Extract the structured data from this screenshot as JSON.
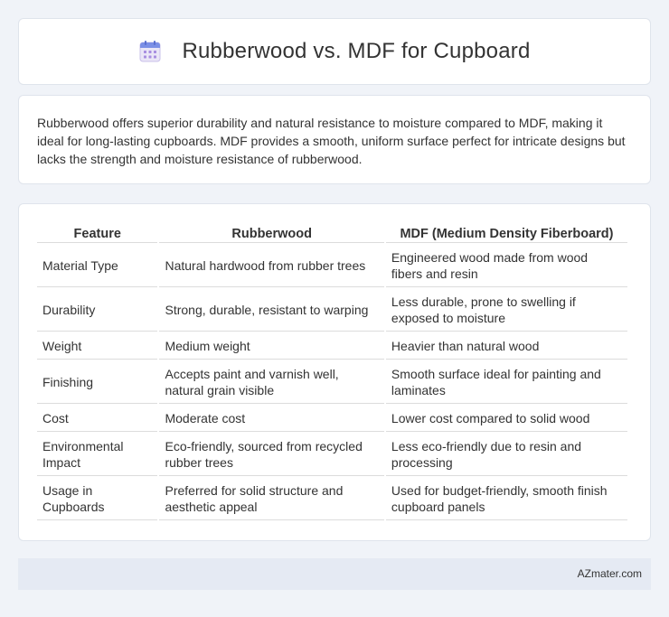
{
  "header": {
    "title": "Rubberwood vs. MDF for Cupboard",
    "icon": "calendar-icon"
  },
  "intro": {
    "text": "Rubberwood offers superior durability and natural resistance to moisture compared to MDF, making it ideal for long-lasting cupboards. MDF provides a smooth, uniform surface perfect for intricate designs but lacks the strength and moisture resistance of rubberwood."
  },
  "table": {
    "headers": [
      "Feature",
      "Rubberwood",
      "MDF (Medium Density Fiberboard)"
    ],
    "rows": [
      [
        "Material Type",
        "Natural hardwood from rubber trees",
        "Engineered wood made from wood fibers and resin"
      ],
      [
        "Durability",
        "Strong, durable, resistant to warping",
        "Less durable, prone to swelling if exposed to moisture"
      ],
      [
        "Weight",
        "Medium weight",
        "Heavier than natural wood"
      ],
      [
        "Finishing",
        "Accepts paint and varnish well, natural grain visible",
        "Smooth surface ideal for painting and laminates"
      ],
      [
        "Cost",
        "Moderate cost",
        "Lower cost compared to solid wood"
      ],
      [
        "Environmental Impact",
        "Eco-friendly, sourced from recycled rubber trees",
        "Less eco-friendly due to resin and processing"
      ],
      [
        "Usage in Cupboards",
        "Preferred for solid structure and aesthetic appeal",
        "Used for budget-friendly, smooth finish cupboard panels"
      ]
    ]
  },
  "footer": {
    "brand": "AZmater.com"
  },
  "colors": {
    "background": "#f0f3f8",
    "card": "#ffffff",
    "footer": "#e5eaf3"
  }
}
